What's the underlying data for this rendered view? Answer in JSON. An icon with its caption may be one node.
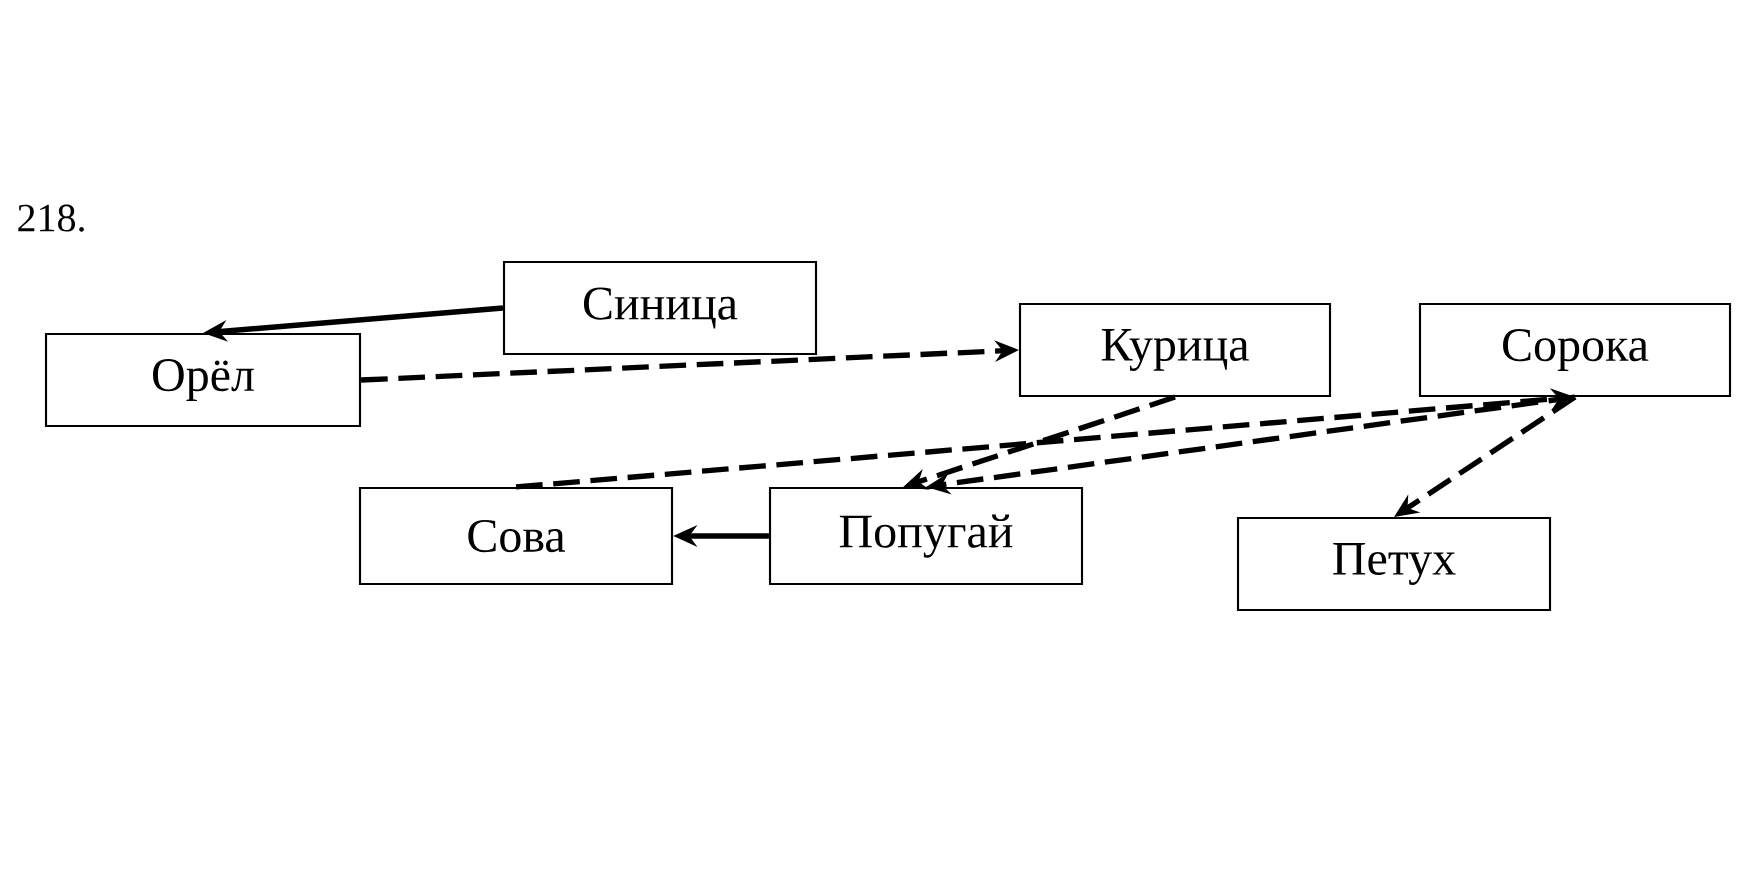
{
  "diagram": {
    "nodes": [
      {
        "text": [
          "Синица"
        ]
      },
      {
        "text": [
          "Орёл"
        ]
      },
      {
        "text": [
          "Курица"
        ]
      },
      {
        "text": [
          "Сорока"
        ]
      },
      {
        "text": [
          "Сова"
        ]
      },
      {
        "text": [
          "Попугай"
        ]
      },
      {
        "text": [
          "Петух"
        ]
      }
    ],
    "edges": [
      {
        "from": 0,
        "to": 1,
        "arrow": "to"
      },
      {
        "from": 1,
        "to": 2,
        "arrow": "to",
        "style": "dashed"
      },
      {
        "from": 2,
        "to": 5,
        "arrow": "to",
        "style": "dashed"
      },
      {
        "from": 4,
        "to": 3,
        "arrow": "to",
        "style": "dashed"
      },
      {
        "from": 3,
        "to": 5,
        "arrow": "to",
        "style": "dashed"
      },
      {
        "from": 3,
        "to": 6,
        "arrow": "to",
        "style": "dashed"
      },
      {
        "from": 5,
        "to": 4,
        "arrow": "to"
      }
    ],
    "labels": [
      "218."
    ]
  }
}
